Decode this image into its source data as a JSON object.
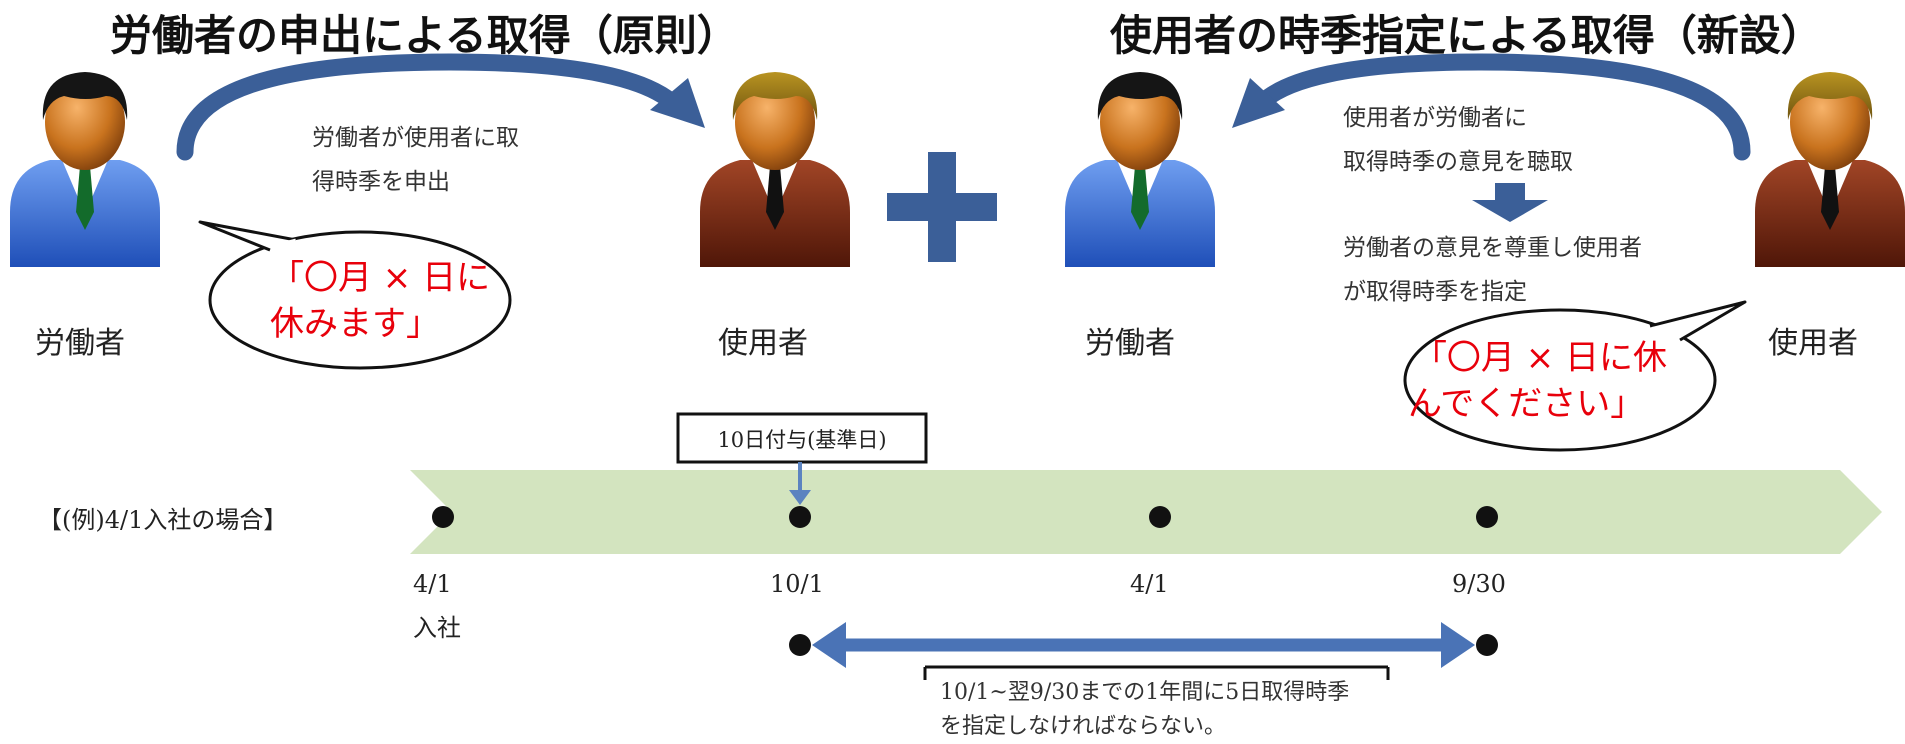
{
  "titles": {
    "left": "労働者の申出による取得（原則）",
    "right": "使用者の時季指定による取得（新設）"
  },
  "people": {
    "worker_left": "労働者",
    "employer_left": "使用者",
    "worker_right": "労働者",
    "employer_right": "使用者"
  },
  "left_note": [
    "労働者が使用者に取",
    "得時季を申出"
  ],
  "left_speech": [
    "「〇月 × 日に",
    "休みます」"
  ],
  "right_note_top": [
    "使用者が労働者に",
    "取得時季の意見を聴取"
  ],
  "right_note_bottom": [
    "労働者の意見を尊重し使用者",
    "が取得時季を指定"
  ],
  "right_speech": [
    "「〇月 × 日に休",
    "んでください」"
  ],
  "timeline": {
    "example_label": "【(例)4/1入社の場合】",
    "grant_box": "10日付与(基準日)",
    "dates": [
      {
        "top": "4/1",
        "bottom": "入社"
      },
      {
        "top": "10/1",
        "bottom": ""
      },
      {
        "top": "4/1",
        "bottom": ""
      },
      {
        "top": "9/30",
        "bottom": ""
      }
    ],
    "range_note": [
      "10/1~翌9/30までの1年間に5日取得時季",
      "を指定しなければならない。"
    ]
  },
  "colors": {
    "arrow_blue": "#3b5f98",
    "timeline_green": "#d3e4bf",
    "speech_red": "#e8000b",
    "worker_suit": "#3b6fd0",
    "employer_suit": "#7a2a16"
  }
}
